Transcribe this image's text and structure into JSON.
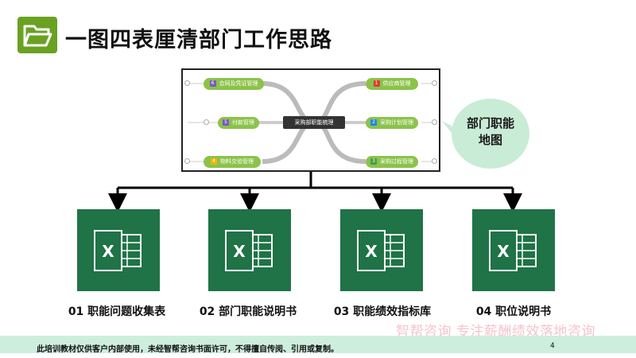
{
  "title": "一图四表厘清部门工作思路",
  "mindmap": {
    "center": "采购部职能梳理",
    "left_items": [
      {
        "num": "6",
        "label": "合同及凭证管理",
        "num_color": "#7e57c2"
      },
      {
        "num": "5",
        "label": "付款管理",
        "num_color": "#7e57c2"
      },
      {
        "num": "4",
        "label": "物料交验管理",
        "num_color": "#f5b400"
      }
    ],
    "right_items": [
      {
        "num": "1",
        "label": "供应商管理",
        "num_color": "#e53935"
      },
      {
        "num": "2",
        "label": "采购计划管理",
        "num_color": "#1e88e5"
      },
      {
        "num": "3",
        "label": "采购过程管理",
        "num_color": "#43a047"
      }
    ]
  },
  "bubble": "部门职能地图",
  "documents": [
    {
      "label": "01 职能问题收集表",
      "icon": "excel-icon"
    },
    {
      "label": "02 部门职能说明书",
      "icon": "excel-icon"
    },
    {
      "label": "03 职能绩效指标库",
      "icon": "excel-icon"
    },
    {
      "label": "04 职位说明书",
      "icon": "excel-icon"
    }
  ],
  "footer": {
    "notice": "此培训教材仅供客户内部使用，未经智帮咨询书面许可，不得擅自传阅、引用或复制。",
    "page": "4",
    "watermark": "智帮咨询 专注薪酬绩效落地咨询"
  },
  "colors": {
    "folder": "#6aa121",
    "excel": "#1f7346",
    "node": "#8bc34a",
    "footer_bg": "#cdeedd",
    "bubble_bg": "#c9ecd6"
  }
}
